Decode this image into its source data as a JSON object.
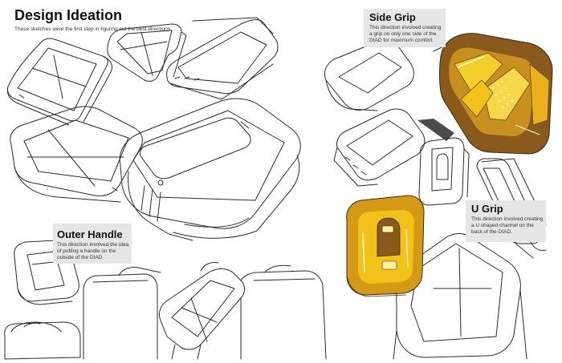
{
  "page": {
    "title": "Design Ideation",
    "subtitle": "These sketches were the first step in figuring out the best directions."
  },
  "sections": {
    "side_grip": {
      "title": "Side Grip",
      "description": "This direction involved creating a grip on only one side of the DIAD for maximum comfort."
    },
    "outer_handle": {
      "title": "Outer Handle",
      "description": "This direction involved the idea of putting a handle on the outside of the DIAD"
    },
    "u_grip": {
      "title": "U Grip",
      "description": "This direction involved creating a U shaped channel on the back of the DIAD."
    }
  },
  "colors": {
    "ink": "#2a2a2a",
    "marker_yellow": "#f2c21a",
    "marker_brown": "#8a5a1c",
    "label_panel": "#e6e6e6"
  }
}
